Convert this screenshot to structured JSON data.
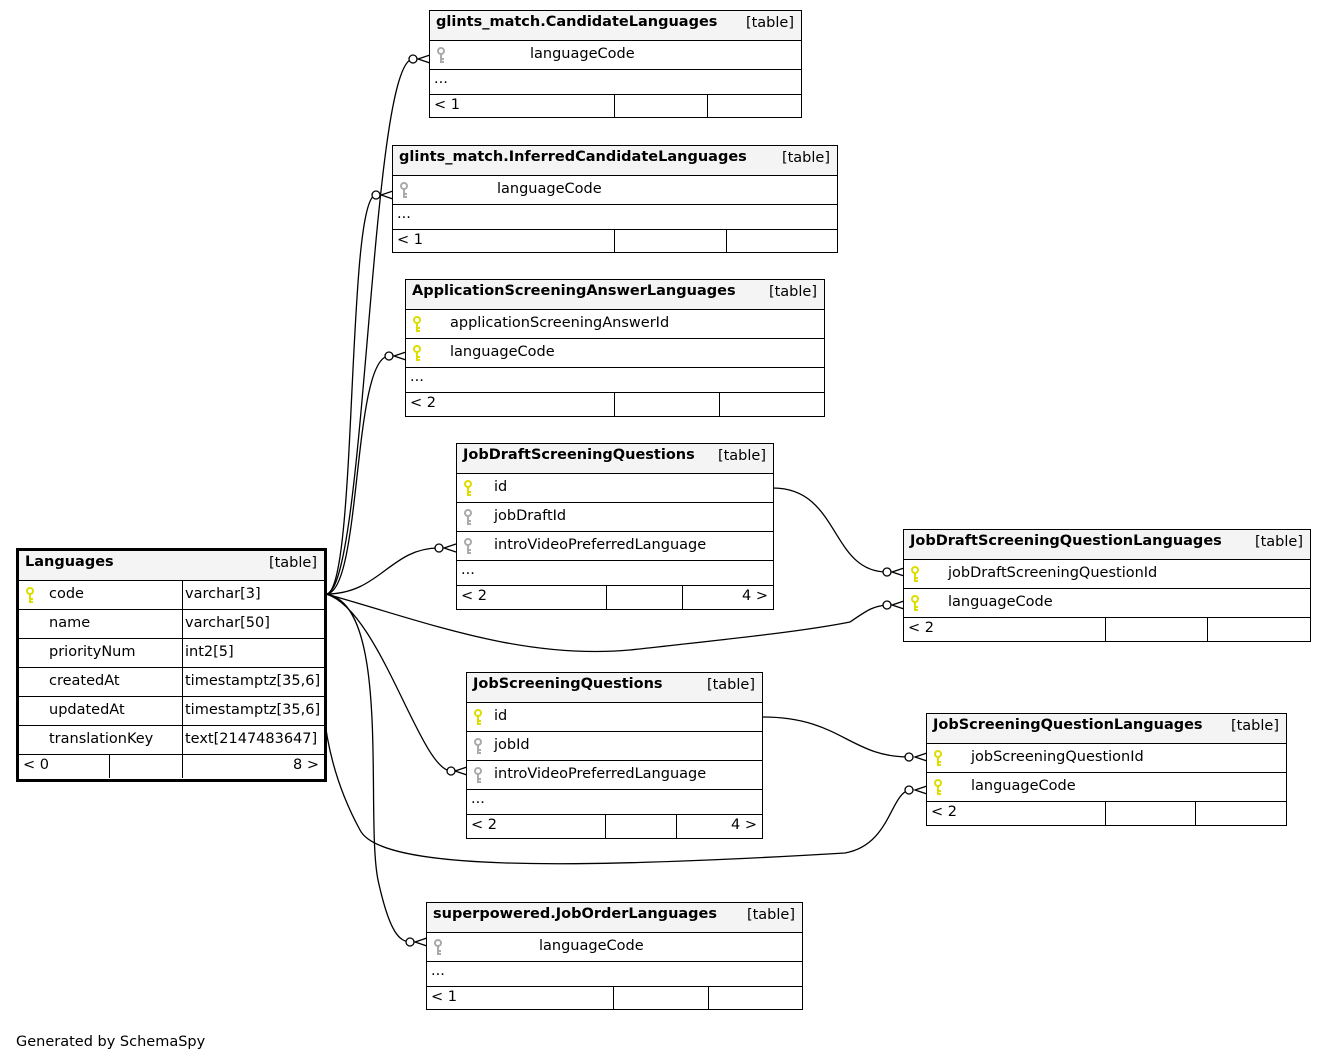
{
  "generated_by": "Generated by SchemaSpy",
  "colors": {
    "pk_key": "#dddd00",
    "fk_key": "#aaaaaa",
    "header_bg": "#f4f4f4",
    "line": "#000000"
  },
  "tables": {
    "languages": {
      "name": "Languages",
      "kind": "[table]",
      "columns": [
        {
          "name": "code",
          "type": "varchar[3]",
          "key": "pk"
        },
        {
          "name": "name",
          "type": "varchar[50]",
          "key": ""
        },
        {
          "name": "priorityNum",
          "type": "int2[5]",
          "key": ""
        },
        {
          "name": "createdAt",
          "type": "timestamptz[35,6]",
          "key": ""
        },
        {
          "name": "updatedAt",
          "type": "timestamptz[35,6]",
          "key": ""
        },
        {
          "name": "translationKey",
          "type": "text[2147483647]",
          "key": ""
        }
      ],
      "footer_left": "< 0",
      "footer_right": "8 >"
    },
    "candidate_languages": {
      "name": "glints_match.CandidateLanguages",
      "kind": "[table]",
      "columns": [
        {
          "name": "languageCode",
          "key": "fk"
        }
      ],
      "dots": "...",
      "footer_left": "< 1",
      "footer_right": ""
    },
    "inferred_candidate_languages": {
      "name": "glints_match.InferredCandidateLanguages",
      "kind": "[table]",
      "columns": [
        {
          "name": "languageCode",
          "key": "fk"
        }
      ],
      "dots": "...",
      "footer_left": "< 1",
      "footer_right": ""
    },
    "application_screening_answer_languages": {
      "name": "ApplicationScreeningAnswerLanguages",
      "kind": "[table]",
      "columns": [
        {
          "name": "applicationScreeningAnswerId",
          "key": "pk"
        },
        {
          "name": "languageCode",
          "key": "pk"
        }
      ],
      "dots": "...",
      "footer_left": "< 2",
      "footer_right": ""
    },
    "job_draft_screening_questions": {
      "name": "JobDraftScreeningQuestions",
      "kind": "[table]",
      "columns": [
        {
          "name": "id",
          "key": "pk"
        },
        {
          "name": "jobDraftId",
          "key": "fk"
        },
        {
          "name": "introVideoPreferredLanguage",
          "key": "fk"
        }
      ],
      "dots": "...",
      "footer_left": "< 2",
      "footer_right": "4 >"
    },
    "job_draft_screening_question_languages": {
      "name": "JobDraftScreeningQuestionLanguages",
      "kind": "[table]",
      "columns": [
        {
          "name": "jobDraftScreeningQuestionId",
          "key": "pk"
        },
        {
          "name": "languageCode",
          "key": "pk"
        }
      ],
      "footer_left": "< 2",
      "footer_right": ""
    },
    "job_screening_questions": {
      "name": "JobScreeningQuestions",
      "kind": "[table]",
      "columns": [
        {
          "name": "id",
          "key": "pk"
        },
        {
          "name": "jobId",
          "key": "fk"
        },
        {
          "name": "introVideoPreferredLanguage",
          "key": "fk"
        }
      ],
      "dots": "...",
      "footer_left": "< 2",
      "footer_right": "4 >"
    },
    "job_screening_question_languages": {
      "name": "JobScreeningQuestionLanguages",
      "kind": "[table]",
      "columns": [
        {
          "name": "jobScreeningQuestionId",
          "key": "pk"
        },
        {
          "name": "languageCode",
          "key": "pk"
        }
      ],
      "footer_left": "< 2",
      "footer_right": ""
    },
    "job_order_languages": {
      "name": "superpowered.JobOrderLanguages",
      "kind": "[table]",
      "columns": [
        {
          "name": "languageCode",
          "key": "fk"
        }
      ],
      "dots": "...",
      "footer_left": "< 1",
      "footer_right": ""
    }
  }
}
